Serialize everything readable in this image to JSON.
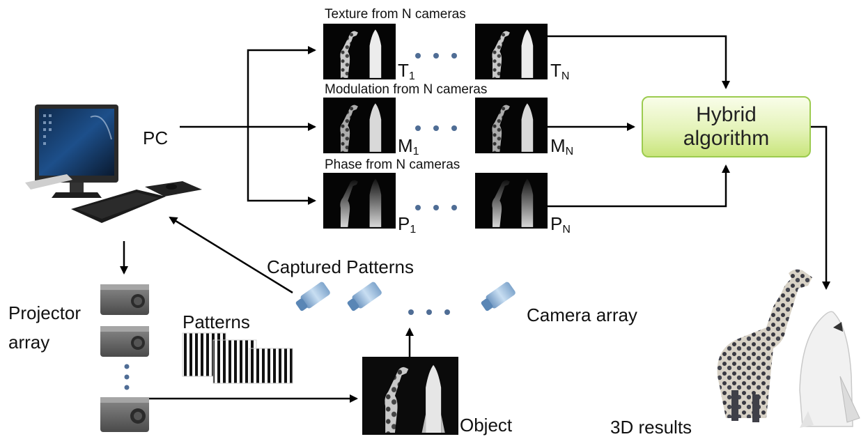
{
  "labels": {
    "pc": "PC",
    "projector_array_line1": "Projector",
    "projector_array_line2": "array",
    "patterns": "Patterns",
    "captured_patterns": "Captured Patterns",
    "camera_array": "Camera array",
    "object": "Object",
    "results": "3D results",
    "texture_row": "Texture from N cameras",
    "modulation_row": "Modulation from N cameras",
    "phase_row": "Phase from N cameras",
    "hybrid_line1": "Hybrid",
    "hybrid_line2": "algorithm"
  },
  "tiles": {
    "t1": {
      "letter": "T",
      "sub": "1"
    },
    "tn": {
      "letter": "T",
      "sub": "N"
    },
    "m1": {
      "letter": "M",
      "sub": "1"
    },
    "mn": {
      "letter": "M",
      "sub": "N"
    },
    "p1": {
      "letter": "P",
      "sub": "1"
    },
    "pn": {
      "letter": "P",
      "sub": "N"
    }
  },
  "colors": {
    "arrow": "#000000",
    "dots": "#4f6d95",
    "hybrid_border": "#9ccb4f",
    "hybrid_fill": "#dff0a8",
    "camera_body": "#a9c6e2"
  }
}
